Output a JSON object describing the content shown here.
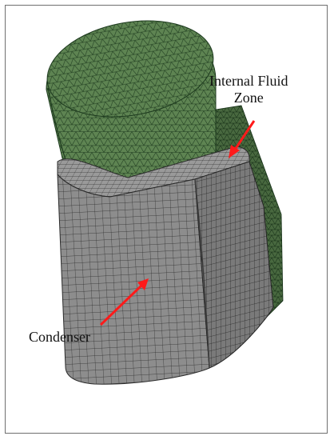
{
  "figure": {
    "labels": {
      "internal_fluid_zone_line1": "Internal Fluid",
      "internal_fluid_zone_line2": "Zone",
      "condenser": "Condenser"
    },
    "colors": {
      "cylinder_fill": "#5e8452",
      "green_mesh_line": "#1d3a1e",
      "box_fill": "#8a8a8a",
      "gray_mesh_line": "#2b2b2b",
      "arrow": "#ff1a1a",
      "frame_border": "#6f6f6f",
      "text": "#111111"
    }
  }
}
